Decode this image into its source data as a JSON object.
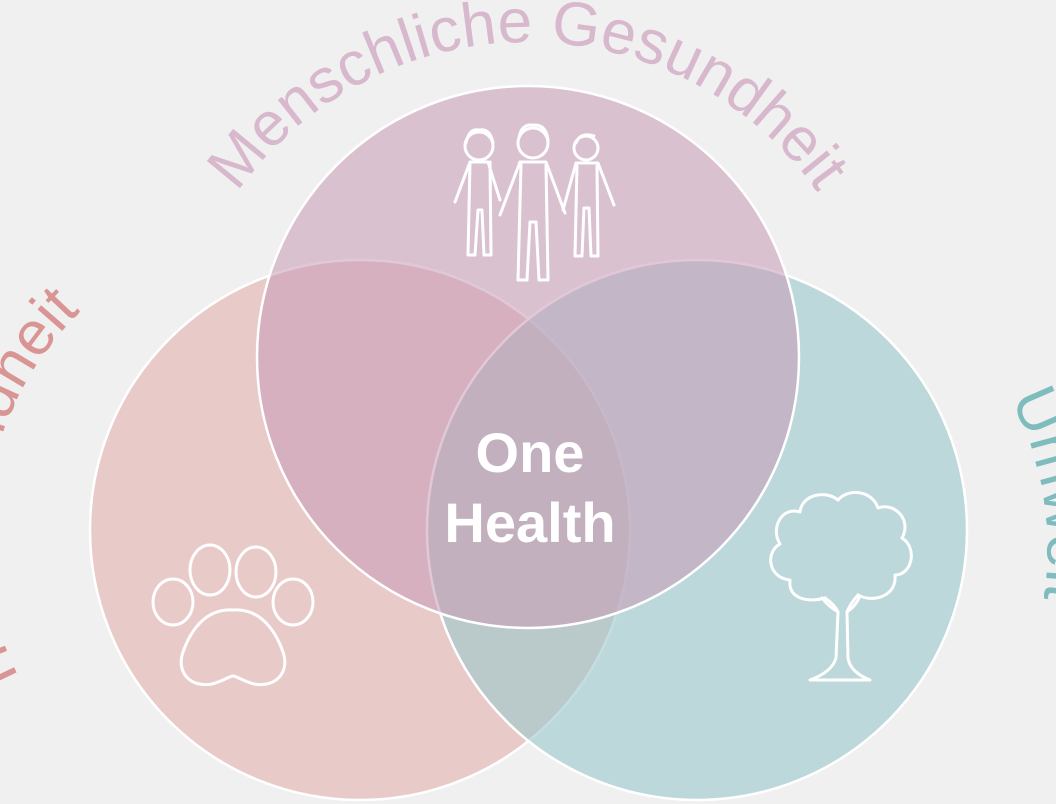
{
  "labels": {
    "human": "Menschliche Gesundheit",
    "animal": "Tiergesundheit",
    "environment": "Umwelt"
  },
  "center": {
    "line1": "One",
    "line2": "Health"
  },
  "colors": {
    "background": "#f0f0f0",
    "human_circle": "#d9b9ce",
    "animal_circle": "#ecc9c7",
    "environment_circle": "#b7d7da",
    "human_label": "#d8b8cc",
    "animal_label": "#d89594",
    "environment_label": "#7fbcbe",
    "icons": "#ffffff"
  },
  "icons": {
    "human": "people-icon",
    "animal": "paw-icon",
    "environment": "tree-icon"
  }
}
